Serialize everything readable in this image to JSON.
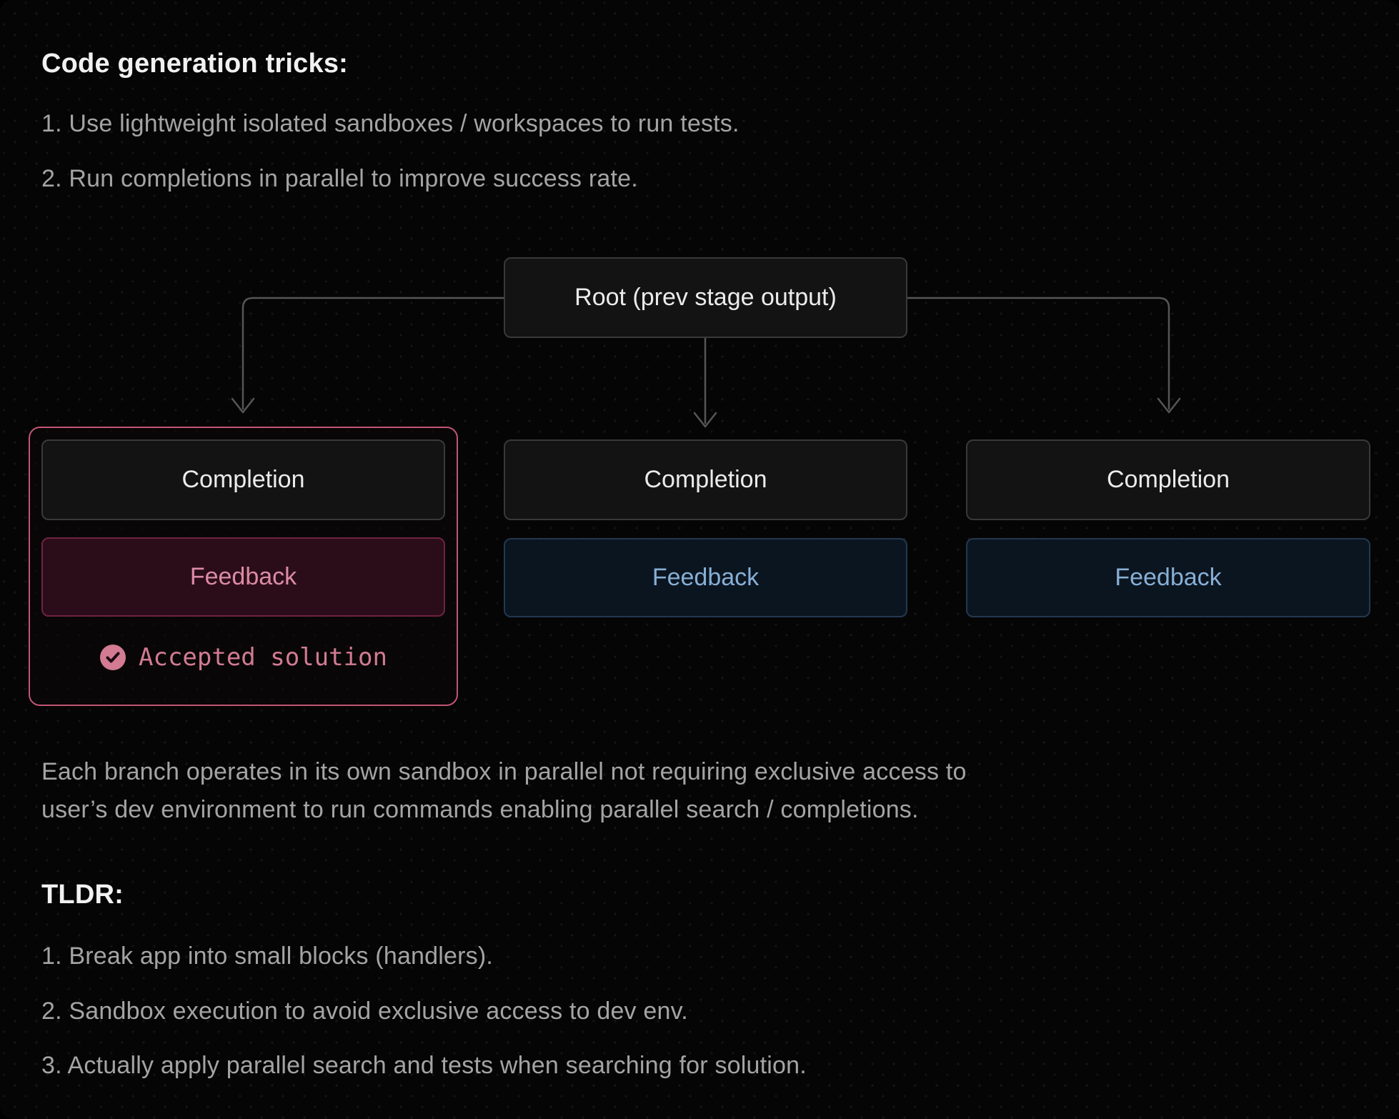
{
  "header": {
    "title": "Code generation tricks:",
    "items": [
      "1. Use lightweight isolated sandboxes / workspaces to run tests.",
      "2. Run completions in parallel to improve success rate."
    ]
  },
  "diagram": {
    "root_label": "Root (prev stage output)",
    "branches": [
      {
        "completion_label": "Completion",
        "feedback_label": "Feedback",
        "accepted_label": "Accepted solution",
        "highlighted": true
      },
      {
        "completion_label": "Completion",
        "feedback_label": "Feedback"
      },
      {
        "completion_label": "Completion",
        "feedback_label": "Feedback"
      }
    ],
    "icons": {
      "accepted_badge": "check-circle-icon"
    },
    "colors": {
      "accent_pink_border": "#c25575",
      "accent_pink_text": "#dc8ba5",
      "accepted_badge_fill": "#d27b93",
      "feedback_blue_text": "#87afd5",
      "feedback_blue_bg": "#0b1520",
      "node_bg": "#131313",
      "node_border": "#393939",
      "connector": "#565656",
      "page_bg": "#050505"
    }
  },
  "body": {
    "paragraph_lines": [
      "Each branch operates in its own sandbox in parallel not requiring exclusive access to",
      "user’s dev environment to run commands enabling parallel search / completions."
    ]
  },
  "tldr": {
    "title": "TLDR:",
    "items": [
      "1. Break app into small blocks (handlers).",
      "2. Sandbox execution to avoid exclusive access to dev env.",
      "3. Actually apply parallel search and tests when searching for solution."
    ]
  }
}
